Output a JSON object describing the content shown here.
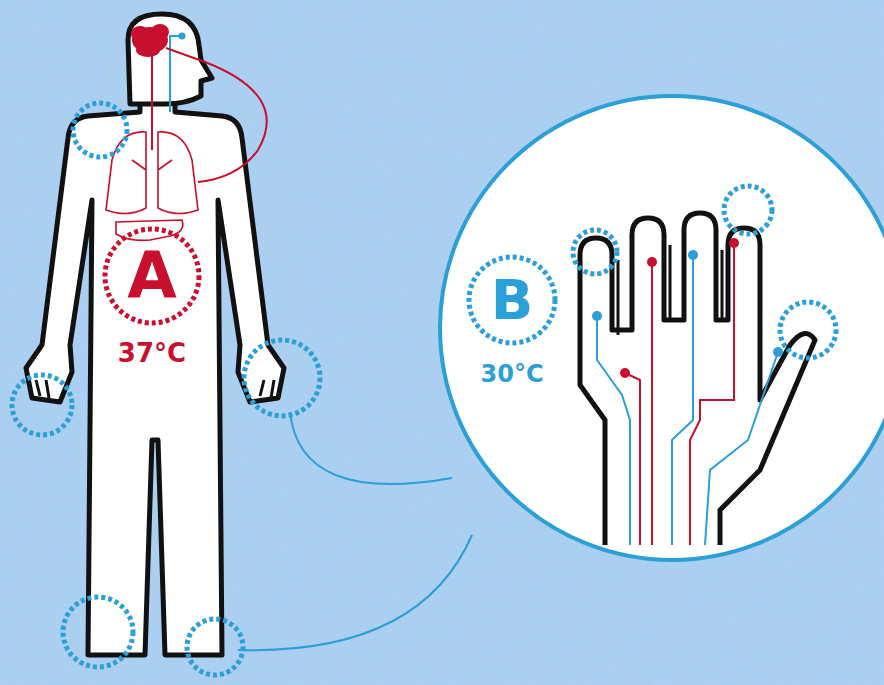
{
  "diagram": {
    "nodes": [
      {
        "text": [
          "A",
          "37°C"
        ]
      },
      {
        "text": [
          "B",
          "30°C"
        ]
      }
    ]
  }
}
